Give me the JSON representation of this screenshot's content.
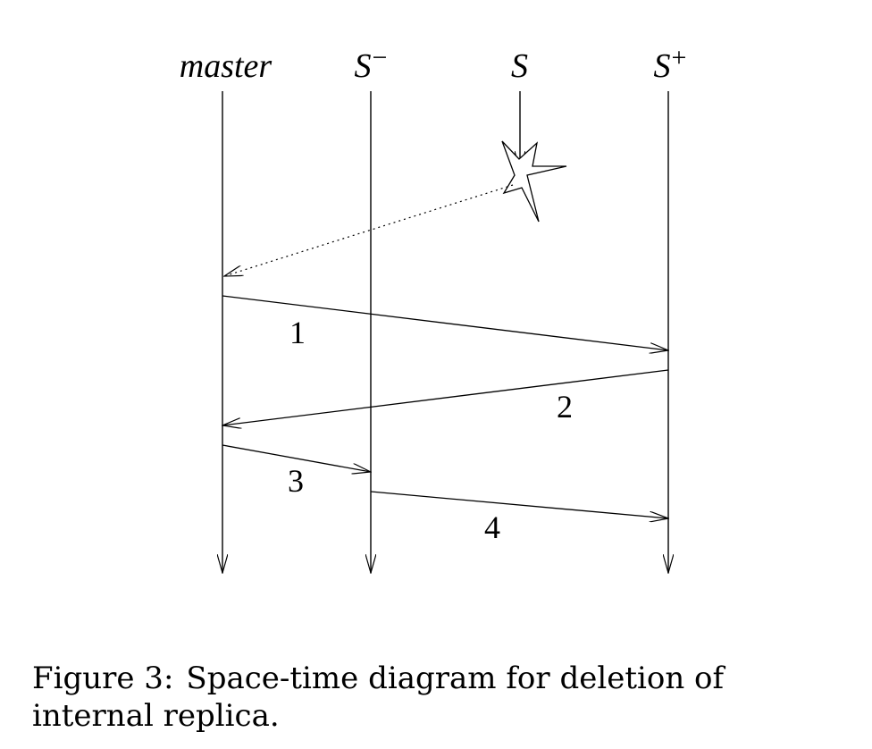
{
  "processes": [
    {
      "id": "master",
      "name": "master",
      "sup": ""
    },
    {
      "id": "s-minus",
      "name": "S",
      "sup": "−"
    },
    {
      "id": "s",
      "name": "S",
      "sup": ""
    },
    {
      "id": "s-plus",
      "name": "S",
      "sup": "+"
    }
  ],
  "messages": [
    {
      "label": "1",
      "from": "master",
      "to": "S+"
    },
    {
      "label": "2",
      "from": "S+",
      "to": "master"
    },
    {
      "label": "3",
      "from": "master",
      "to": "S−"
    },
    {
      "label": "4",
      "from": "S−",
      "to": "S+"
    }
  ],
  "failure": {
    "process": "S",
    "marker": "star",
    "notification": "dotted",
    "to": "master"
  },
  "caption": {
    "prefix": "Figure 3:",
    "text": "Space-time diagram for deletion of internal replica."
  }
}
